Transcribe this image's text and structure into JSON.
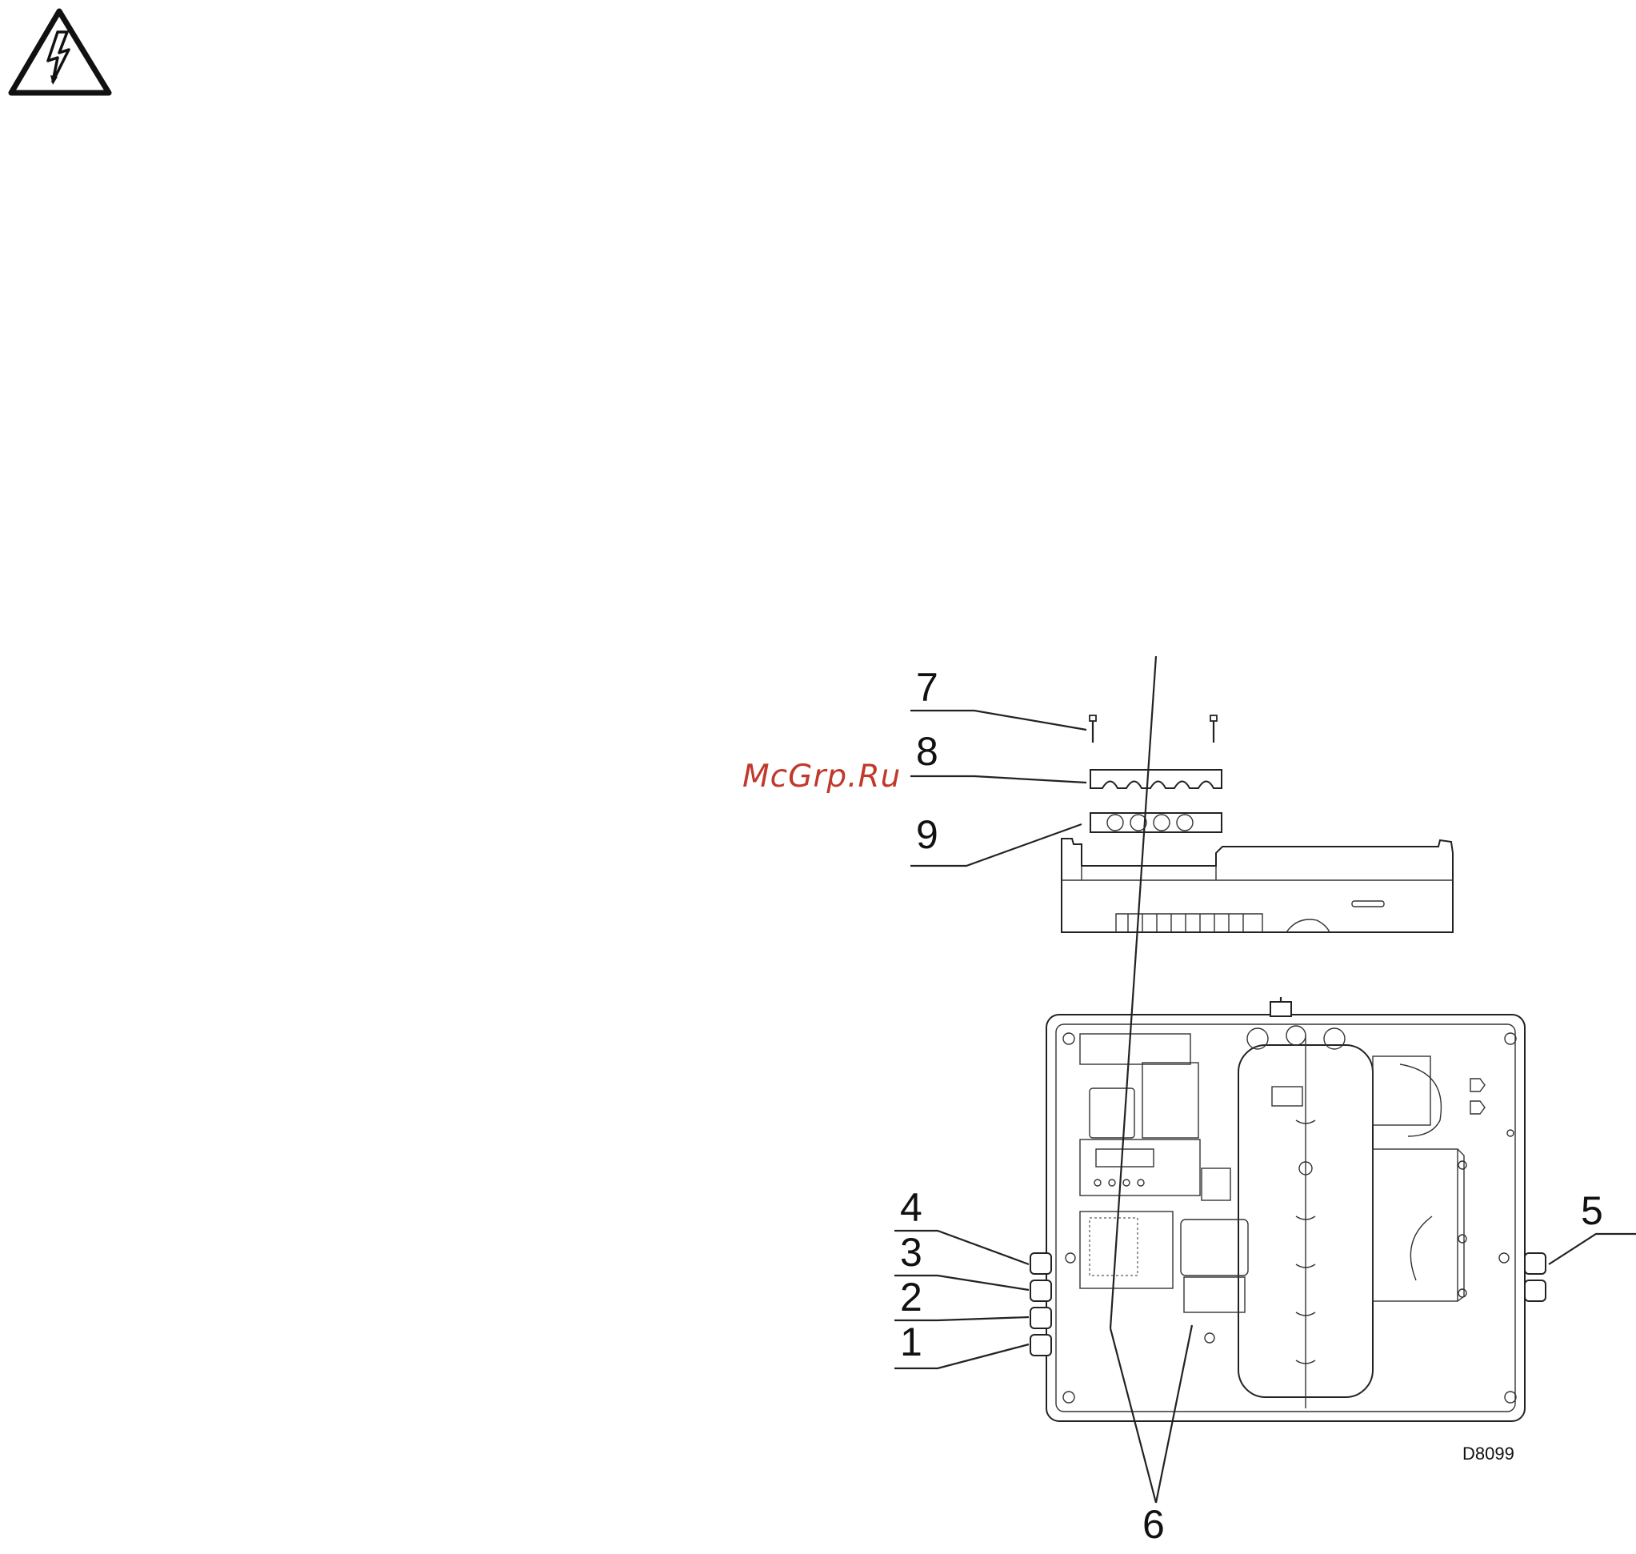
{
  "icons": {
    "warning": "high-voltage-warning-icon"
  },
  "watermark": "McGrp.Ru",
  "figure": {
    "code": "D8099",
    "callouts": {
      "c1": "1",
      "c2": "2",
      "c3": "3",
      "c4": "4",
      "c5": "5",
      "c6": "6",
      "c7": "7",
      "c8": "8",
      "c9": "9"
    }
  }
}
